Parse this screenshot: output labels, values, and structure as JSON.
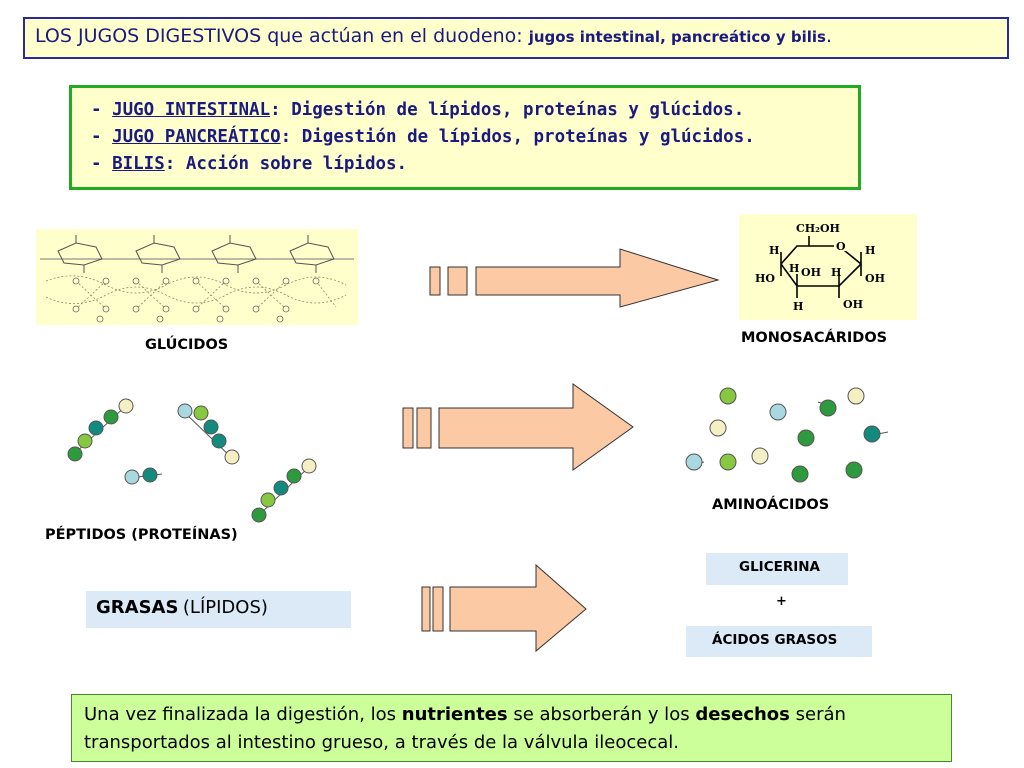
{
  "header": {
    "main_text": "LOS JUGOS DIGESTIVOS que actúan en el duodeno: ",
    "sub_text": "jugos intestinal, pancreático y bilis",
    "end_text": "."
  },
  "juices": [
    {
      "prefix": "- ",
      "name": "JUGO INTESTINAL",
      "desc": ": Digestión de lípidos, proteínas y glúcidos."
    },
    {
      "prefix": "- ",
      "name": "JUGO PANCREÁTICO",
      "desc": ": Digestión de lípidos, proteínas y glúcidos."
    },
    {
      "prefix": "- ",
      "name": "BILIS",
      "desc": ": Acción sobre lípidos."
    }
  ],
  "rows": {
    "glucidos_label": "GLÚCIDOS",
    "monosacaridos_label": "MONOSACÁRIDOS",
    "peptidos_label": "PÉPTIDOS (PROTEÍNAS)",
    "aminoacidos_label": "AMINOÁCIDOS",
    "grasas_bold": "GRASAS",
    "grasas_rest": "(LÍPIDOS)",
    "glicerina": "GLICERINA",
    "plus": "+",
    "acidos_grasos": "ÁCIDOS GRASOS"
  },
  "molecule": {
    "ch2oh": "CH₂OH",
    "h": "H",
    "ho": "HO",
    "oh": "OH"
  },
  "footer": {
    "t1": "Una vez finalizada la digestión, los ",
    "b1": "nutrientes",
    "t2": " se absorberán y los ",
    "b2": "desechos",
    "t3": " serán",
    "line2": "transportados al intestino grueso, a través de la válvula ileocecal."
  },
  "colors": {
    "arrow_fill": "#fbc9a4",
    "bead_dark_green": "#2e9a3e",
    "bead_teal": "#138a7e",
    "bead_light_green": "#88c840",
    "bead_light_blue": "#a8d8e0",
    "bead_cream": "#f5f0c4",
    "pale_yellow": "#ffffcc",
    "pale_blue": "#dce9f6",
    "footer_green": "#ccff99"
  }
}
